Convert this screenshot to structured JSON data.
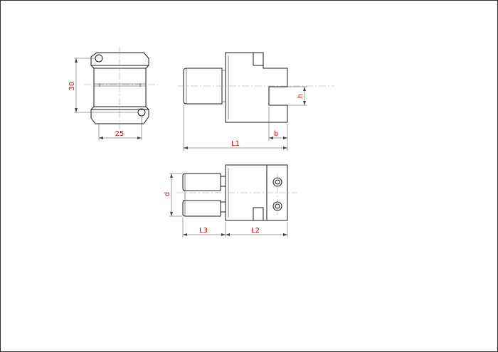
{
  "drawing": {
    "dimensions": {
      "height_30": "30",
      "width_25": "25",
      "l1": "L1",
      "b": "b",
      "h": "h",
      "d": "d",
      "l3": "L3",
      "l2": "L2"
    },
    "colors": {
      "line": "#1a1a1a",
      "dimension_text": "#cc1111",
      "centerline": "#9a9a9a",
      "frame": "#333333"
    }
  }
}
